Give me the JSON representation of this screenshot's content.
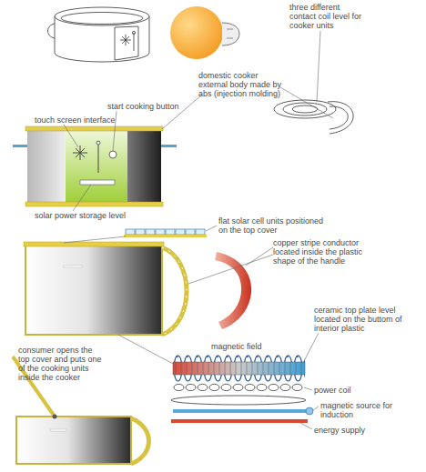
{
  "diagram": {
    "labels": [
      "three different contact coil level for cooker units",
      "domestic cooker external body made by abs (injection molding)",
      "start cooking button",
      "touch screen interface",
      "solar power storage level",
      "flat solar cell units positioned on the top cover",
      "copper stripe conductor located inside the plastic shape of the handle",
      "ceramic top plate level located on the buttom of interior plastic",
      "magnetic field",
      "consumer opens the top cover and puts one of the cooking units inside the cooker",
      "power coil",
      "magnetic source for induction",
      "energy supply"
    ]
  }
}
